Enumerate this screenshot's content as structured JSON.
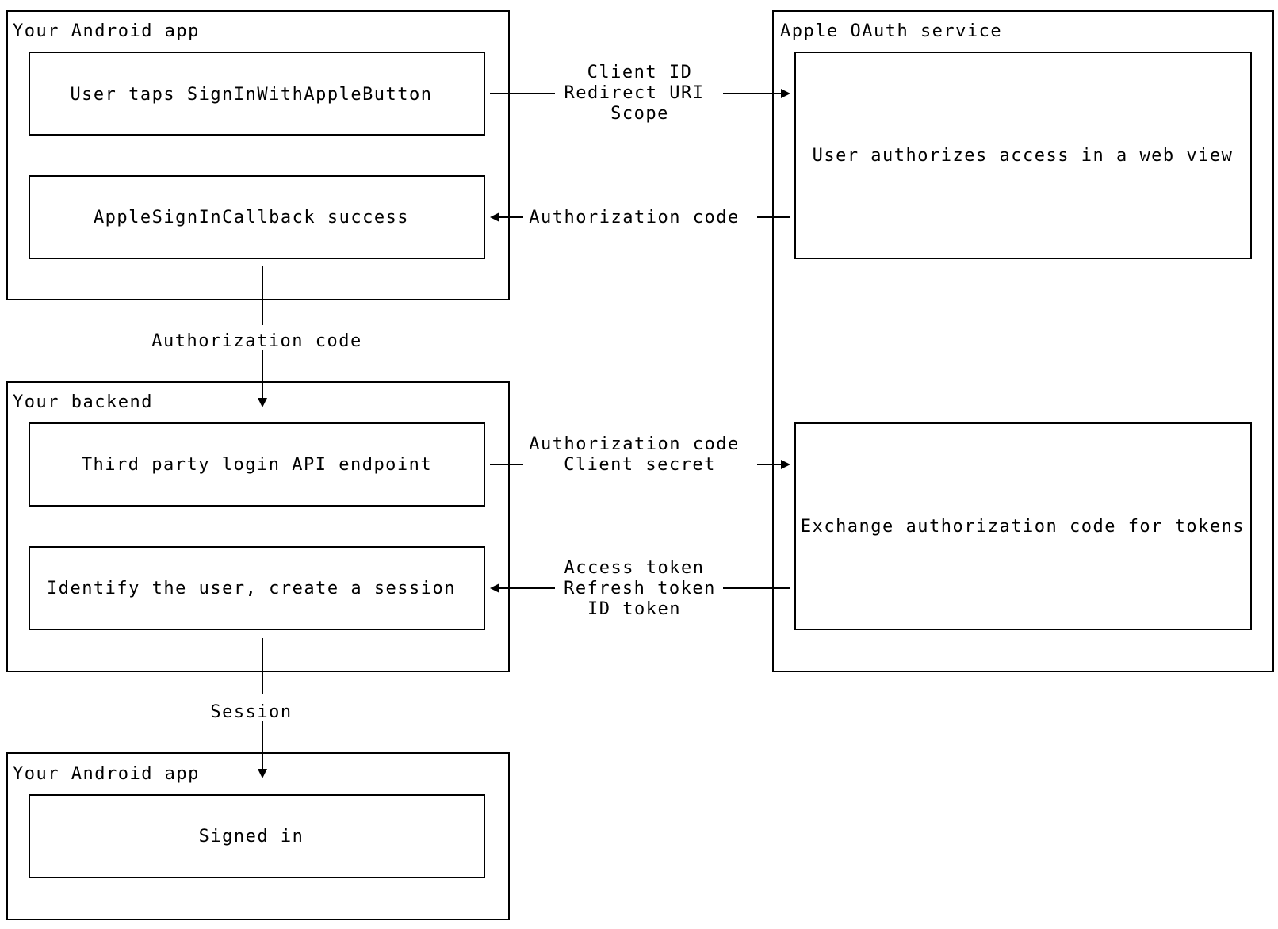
{
  "groups": {
    "android_app_top": {
      "title": "Your Android app"
    },
    "apple_oauth": {
      "title": "Apple OAuth service"
    },
    "backend": {
      "title": "Your backend"
    },
    "android_app_bottom": {
      "title": "Your Android app"
    }
  },
  "nodes": {
    "user_taps": "User taps SignInWithAppleButton",
    "callback_success": "AppleSignInCallback success",
    "user_authorizes": "User authorizes access in a web view",
    "third_party_endpoint": "Third party login API endpoint",
    "identify_user": "Identify the user, create a session",
    "exchange_code": "Exchange authorization code for tokens",
    "signed_in": "Signed in"
  },
  "edges": {
    "request": [
      "Client ID",
      "Redirect URI",
      "Scope"
    ],
    "auth_code_return": [
      "Authorization code"
    ],
    "app_to_backend": [
      "Authorization code"
    ],
    "backend_to_apple": [
      "Authorization code",
      "Client secret"
    ],
    "tokens": [
      "Access token",
      "Refresh token",
      "ID token"
    ],
    "session": [
      "Session"
    ]
  },
  "colors": {
    "stroke": "#000000",
    "background": "#ffffff"
  }
}
